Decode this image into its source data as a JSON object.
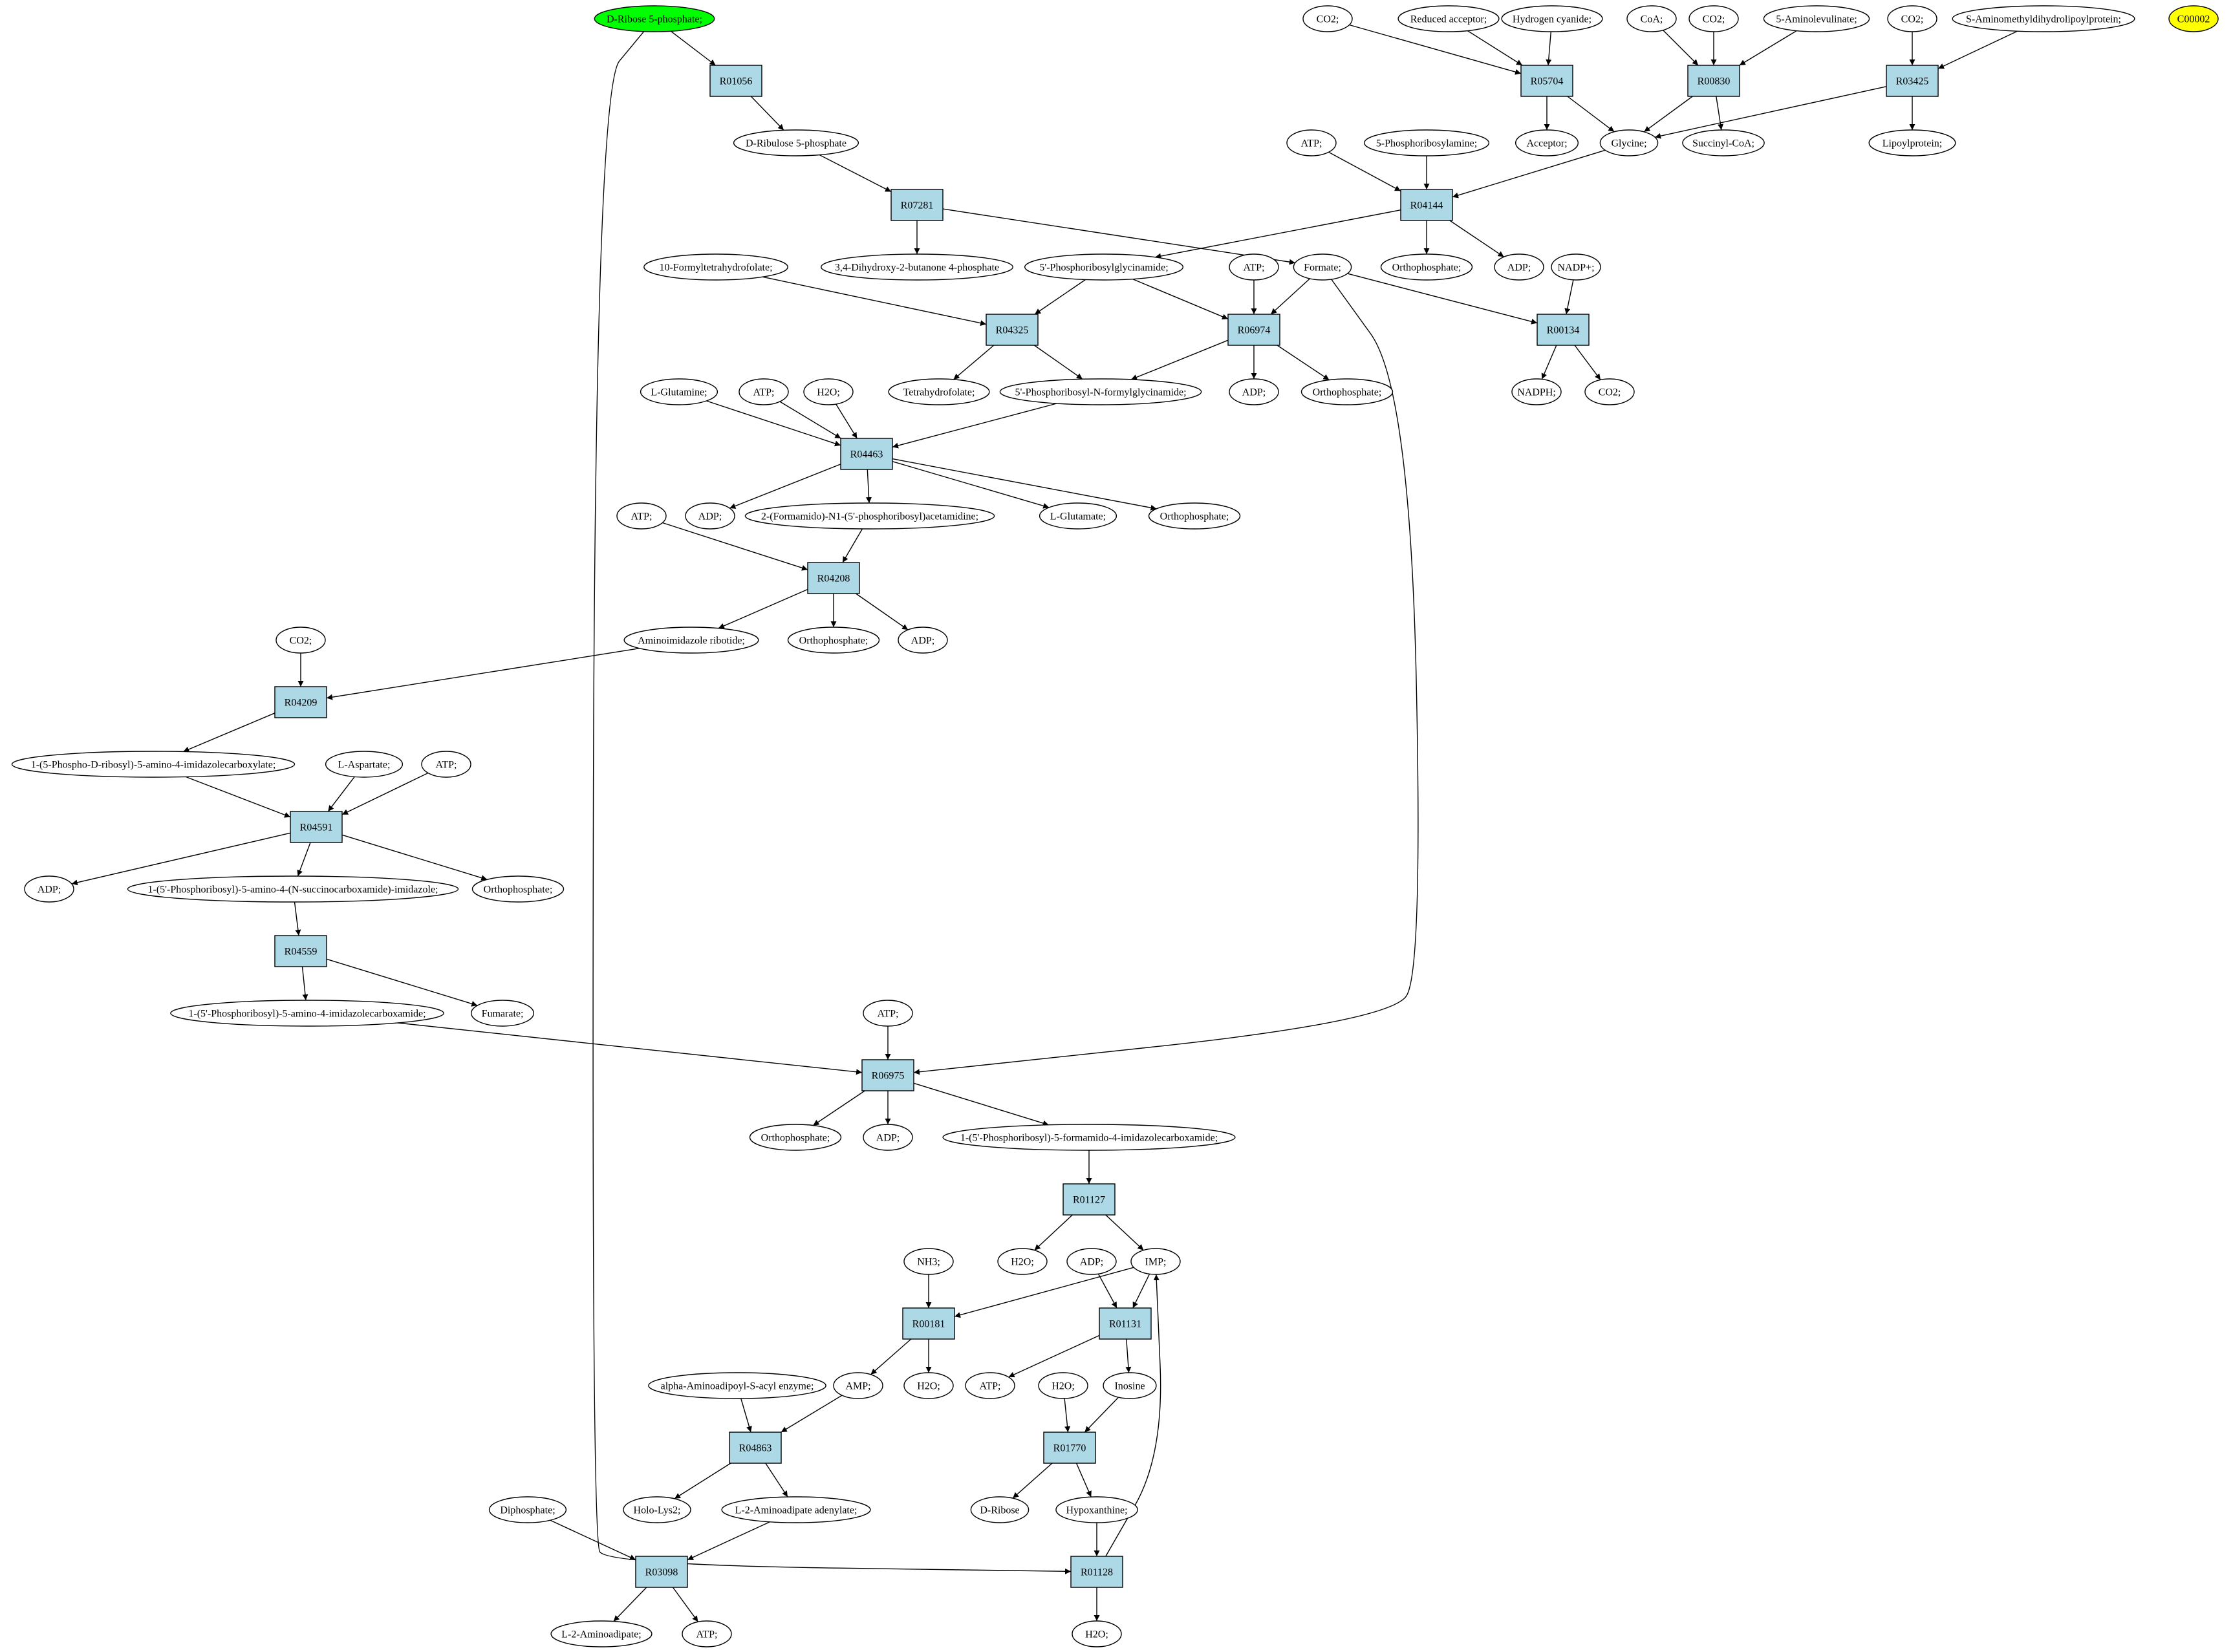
{
  "colors": {
    "start_fill": "#00ff00",
    "marker_fill": "#ffff00",
    "reaction_fill": "#add8e6",
    "compound_fill": "#ffffff",
    "stroke": "#000000"
  },
  "nodes": [
    {
      "id": "c_ribose5p",
      "label": "D-Ribose 5-phosphate;",
      "kind": "start"
    },
    {
      "id": "c_c00002",
      "label": "C00002",
      "kind": "marker"
    },
    {
      "id": "r_R01056",
      "label": "R01056",
      "kind": "reaction"
    },
    {
      "id": "c_ribulose5p",
      "label": "D-Ribulose 5-phosphate",
      "kind": "compound"
    },
    {
      "id": "r_R07281",
      "label": "R07281",
      "kind": "reaction"
    },
    {
      "id": "c_dhbp",
      "label": "3,4-Dihydroxy-2-butanone 4-phosphate",
      "kind": "compound"
    },
    {
      "id": "c_formate",
      "label": "Formate;",
      "kind": "compound"
    },
    {
      "id": "c_co2_a",
      "label": "CO2;",
      "kind": "compound"
    },
    {
      "id": "c_redacc",
      "label": "Reduced acceptor;",
      "kind": "compound"
    },
    {
      "id": "c_hcn",
      "label": "Hydrogen cyanide;",
      "kind": "compound"
    },
    {
      "id": "r_R05704",
      "label": "R05704",
      "kind": "reaction"
    },
    {
      "id": "c_acceptor",
      "label": "Acceptor;",
      "kind": "compound"
    },
    {
      "id": "c_glycine",
      "label": "Glycine;",
      "kind": "compound"
    },
    {
      "id": "c_coa",
      "label": "CoA;",
      "kind": "compound"
    },
    {
      "id": "c_co2_b",
      "label": "CO2;",
      "kind": "compound"
    },
    {
      "id": "c_ala5",
      "label": "5-Aminolevulinate;",
      "kind": "compound"
    },
    {
      "id": "r_R00830",
      "label": "R00830",
      "kind": "reaction"
    },
    {
      "id": "c_succoa",
      "label": "Succinyl-CoA;",
      "kind": "compound"
    },
    {
      "id": "c_co2_c",
      "label": "CO2;",
      "kind": "compound"
    },
    {
      "id": "c_samdlp",
      "label": "S-Aminomethyldihydrolipoylprotein;",
      "kind": "compound"
    },
    {
      "id": "r_R03425",
      "label": "R03425",
      "kind": "reaction"
    },
    {
      "id": "c_lipoyl",
      "label": "Lipoylprotein;",
      "kind": "compound"
    },
    {
      "id": "c_atp_a",
      "label": "ATP;",
      "kind": "compound"
    },
    {
      "id": "c_prpp_amine",
      "label": "5-Phosphoribosylamine;",
      "kind": "compound"
    },
    {
      "id": "r_R04144",
      "label": "R04144",
      "kind": "reaction"
    },
    {
      "id": "c_pi_a",
      "label": "Orthophosphate;",
      "kind": "compound"
    },
    {
      "id": "c_adp_a",
      "label": "ADP;",
      "kind": "compound"
    },
    {
      "id": "c_gar",
      "label": "5'-Phosphoribosylglycinamide;",
      "kind": "compound"
    },
    {
      "id": "c_10fthf",
      "label": "10-Formyltetrahydrofolate;",
      "kind": "compound"
    },
    {
      "id": "r_R04325",
      "label": "R04325",
      "kind": "reaction"
    },
    {
      "id": "c_atp_b",
      "label": "ATP;",
      "kind": "compound"
    },
    {
      "id": "r_R06974",
      "label": "R06974",
      "kind": "reaction"
    },
    {
      "id": "c_nadp",
      "label": "NADP+;",
      "kind": "compound"
    },
    {
      "id": "r_R00134",
      "label": "R00134",
      "kind": "reaction"
    },
    {
      "id": "c_thf",
      "label": "Tetrahydrofolate;",
      "kind": "compound"
    },
    {
      "id": "c_fgar",
      "label": "5'-Phosphoribosyl-N-formylglycinamide;",
      "kind": "compound"
    },
    {
      "id": "c_adp_b",
      "label": "ADP;",
      "kind": "compound"
    },
    {
      "id": "c_pi_b",
      "label": "Orthophosphate;",
      "kind": "compound"
    },
    {
      "id": "c_nadph",
      "label": "NADPH;",
      "kind": "compound"
    },
    {
      "id": "c_co2_d",
      "label": "CO2;",
      "kind": "compound"
    },
    {
      "id": "c_gln",
      "label": "L-Glutamine;",
      "kind": "compound"
    },
    {
      "id": "c_atp_c",
      "label": "ATP;",
      "kind": "compound"
    },
    {
      "id": "c_h2o_a",
      "label": "H2O;",
      "kind": "compound"
    },
    {
      "id": "r_R04463",
      "label": "R04463",
      "kind": "reaction"
    },
    {
      "id": "c_adp_c",
      "label": "ADP;",
      "kind": "compound"
    },
    {
      "id": "c_fgam",
      "label": "2-(Formamido)-N1-(5'-phosphoribosyl)acetamidine;",
      "kind": "compound"
    },
    {
      "id": "c_glu",
      "label": "L-Glutamate;",
      "kind": "compound"
    },
    {
      "id": "c_pi_c",
      "label": "Orthophosphate;",
      "kind": "compound"
    },
    {
      "id": "c_atp_d",
      "label": "ATP;",
      "kind": "compound"
    },
    {
      "id": "r_R04208",
      "label": "R04208",
      "kind": "reaction"
    },
    {
      "id": "c_air",
      "label": "Aminoimidazole ribotide;",
      "kind": "compound"
    },
    {
      "id": "c_pi_d",
      "label": "Orthophosphate;",
      "kind": "compound"
    },
    {
      "id": "c_adp_d",
      "label": "ADP;",
      "kind": "compound"
    },
    {
      "id": "c_co2_e",
      "label": "CO2;",
      "kind": "compound"
    },
    {
      "id": "r_R04209",
      "label": "R04209",
      "kind": "reaction"
    },
    {
      "id": "c_cair",
      "label": "1-(5-Phospho-D-ribosyl)-5-amino-4-imidazolecarboxylate;",
      "kind": "compound"
    },
    {
      "id": "c_asp",
      "label": "L-Aspartate;",
      "kind": "compound"
    },
    {
      "id": "c_atp_e",
      "label": "ATP;",
      "kind": "compound"
    },
    {
      "id": "r_R04591",
      "label": "R04591",
      "kind": "reaction"
    },
    {
      "id": "c_adp_e",
      "label": "ADP;",
      "kind": "compound"
    },
    {
      "id": "c_saicar",
      "label": "1-(5'-Phosphoribosyl)-5-amino-4-(N-succinocarboxamide)-imidazole;",
      "kind": "compound"
    },
    {
      "id": "c_pi_e",
      "label": "Orthophosphate;",
      "kind": "compound"
    },
    {
      "id": "r_R04559",
      "label": "R04559",
      "kind": "reaction"
    },
    {
      "id": "c_aicar",
      "label": "1-(5'-Phosphoribosyl)-5-amino-4-imidazolecarboxamide;",
      "kind": "compound"
    },
    {
      "id": "c_fumarate",
      "label": "Fumarate;",
      "kind": "compound"
    },
    {
      "id": "c_atp_f",
      "label": "ATP;",
      "kind": "compound"
    },
    {
      "id": "r_R06975",
      "label": "R06975",
      "kind": "reaction"
    },
    {
      "id": "c_pi_f",
      "label": "Orthophosphate;",
      "kind": "compound"
    },
    {
      "id": "c_adp_f",
      "label": "ADP;",
      "kind": "compound"
    },
    {
      "id": "c_faicar",
      "label": "1-(5'-Phosphoribosyl)-5-formamido-4-imidazolecarboxamide;",
      "kind": "compound"
    },
    {
      "id": "r_R01127",
      "label": "R01127",
      "kind": "reaction"
    },
    {
      "id": "c_h2o_b",
      "label": "H2O;",
      "kind": "compound"
    },
    {
      "id": "c_imp",
      "label": "IMP;",
      "kind": "compound"
    },
    {
      "id": "c_nh3",
      "label": "NH3;",
      "kind": "compound"
    },
    {
      "id": "c_adp_g",
      "label": "ADP;",
      "kind": "compound"
    },
    {
      "id": "r_R00181",
      "label": "R00181",
      "kind": "reaction"
    },
    {
      "id": "r_R01131",
      "label": "R01131",
      "kind": "reaction"
    },
    {
      "id": "c_aaase",
      "label": "alpha-Aminoadipoyl-S-acyl enzyme;",
      "kind": "compound"
    },
    {
      "id": "c_amp",
      "label": "AMP;",
      "kind": "compound"
    },
    {
      "id": "c_h2o_c",
      "label": "H2O;",
      "kind": "compound"
    },
    {
      "id": "c_atp_g",
      "label": "ATP;",
      "kind": "compound"
    },
    {
      "id": "c_h2o_d",
      "label": "H2O;",
      "kind": "compound"
    },
    {
      "id": "c_inosine",
      "label": "Inosine",
      "kind": "compound"
    },
    {
      "id": "r_R04863",
      "label": "R04863",
      "kind": "reaction"
    },
    {
      "id": "r_R01770",
      "label": "R01770",
      "kind": "reaction"
    },
    {
      "id": "c_diphos",
      "label": "Diphosphate;",
      "kind": "compound"
    },
    {
      "id": "c_hololys2",
      "label": "Holo-Lys2;",
      "kind": "compound"
    },
    {
      "id": "c_l2aaa",
      "label": "L-2-Aminoadipate adenylate;",
      "kind": "compound"
    },
    {
      "id": "c_dribose",
      "label": "D-Ribose",
      "kind": "compound"
    },
    {
      "id": "c_hypox",
      "label": "Hypoxanthine;",
      "kind": "compound"
    },
    {
      "id": "r_R03098",
      "label": "R03098",
      "kind": "reaction"
    },
    {
      "id": "r_R01128",
      "label": "R01128",
      "kind": "reaction"
    },
    {
      "id": "c_l2aa",
      "label": "L-2-Aminoadipate;",
      "kind": "compound"
    },
    {
      "id": "c_atp_h",
      "label": "ATP;",
      "kind": "compound"
    },
    {
      "id": "c_h2o_e",
      "label": "H2O;",
      "kind": "compound"
    }
  ],
  "edges": [
    [
      "c_ribose5p",
      "r_R01056"
    ],
    [
      "r_R01056",
      "c_ribulose5p"
    ],
    [
      "c_ribulose5p",
      "r_R07281"
    ],
    [
      "r_R07281",
      "c_dhbp"
    ],
    [
      "r_R07281",
      "c_formate"
    ],
    [
      "c_co2_a",
      "r_R05704"
    ],
    [
      "c_redacc",
      "r_R05704"
    ],
    [
      "c_hcn",
      "r_R05704"
    ],
    [
      "r_R05704",
      "c_acceptor"
    ],
    [
      "r_R05704",
      "c_glycine"
    ],
    [
      "c_coa",
      "r_R00830"
    ],
    [
      "c_co2_b",
      "r_R00830"
    ],
    [
      "c_ala5",
      "r_R00830"
    ],
    [
      "r_R00830",
      "c_glycine"
    ],
    [
      "r_R00830",
      "c_succoa"
    ],
    [
      "c_co2_c",
      "r_R03425"
    ],
    [
      "c_samdlp",
      "r_R03425"
    ],
    [
      "r_R03425",
      "c_glycine"
    ],
    [
      "r_R03425",
      "c_lipoyl"
    ],
    [
      "c_atp_a",
      "r_R04144"
    ],
    [
      "c_prpp_amine",
      "r_R04144"
    ],
    [
      "c_glycine",
      "r_R04144"
    ],
    [
      "r_R04144",
      "c_gar"
    ],
    [
      "r_R04144",
      "c_pi_a"
    ],
    [
      "r_R04144",
      "c_adp_a"
    ],
    [
      "c_10fthf",
      "r_R04325"
    ],
    [
      "c_gar",
      "r_R04325"
    ],
    [
      "r_R04325",
      "c_thf"
    ],
    [
      "r_R04325",
      "c_fgar"
    ],
    [
      "c_gar",
      "r_R06974"
    ],
    [
      "c_atp_b",
      "r_R06974"
    ],
    [
      "c_formate",
      "r_R06974"
    ],
    [
      "r_R06974",
      "c_fgar"
    ],
    [
      "r_R06974",
      "c_adp_b"
    ],
    [
      "r_R06974",
      "c_pi_b"
    ],
    [
      "c_formate",
      "r_R00134"
    ],
    [
      "c_nadp",
      "r_R00134"
    ],
    [
      "r_R00134",
      "c_nadph"
    ],
    [
      "r_R00134",
      "c_co2_d"
    ],
    [
      "c_gln",
      "r_R04463"
    ],
    [
      "c_atp_c",
      "r_R04463"
    ],
    [
      "c_h2o_a",
      "r_R04463"
    ],
    [
      "c_fgar",
      "r_R04463"
    ],
    [
      "r_R04463",
      "c_adp_c"
    ],
    [
      "r_R04463",
      "c_fgam"
    ],
    [
      "r_R04463",
      "c_glu"
    ],
    [
      "r_R04463",
      "c_pi_c"
    ],
    [
      "c_atp_d",
      "r_R04208"
    ],
    [
      "c_fgam",
      "r_R04208"
    ],
    [
      "r_R04208",
      "c_air"
    ],
    [
      "r_R04208",
      "c_pi_d"
    ],
    [
      "r_R04208",
      "c_adp_d"
    ],
    [
      "c_co2_e",
      "r_R04209"
    ],
    [
      "c_air",
      "r_R04209"
    ],
    [
      "r_R04209",
      "c_cair"
    ],
    [
      "c_cair",
      "r_R04591"
    ],
    [
      "c_asp",
      "r_R04591"
    ],
    [
      "c_atp_e",
      "r_R04591"
    ],
    [
      "r_R04591",
      "c_adp_e"
    ],
    [
      "r_R04591",
      "c_saicar"
    ],
    [
      "r_R04591",
      "c_pi_e"
    ],
    [
      "c_saicar",
      "r_R04559"
    ],
    [
      "r_R04559",
      "c_aicar"
    ],
    [
      "r_R04559",
      "c_fumarate"
    ],
    [
      "c_atp_f",
      "r_R06975"
    ],
    [
      "c_aicar",
      "r_R06975"
    ],
    [
      "c_formate",
      "r_R06975"
    ],
    [
      "r_R06975",
      "c_pi_f"
    ],
    [
      "r_R06975",
      "c_adp_f"
    ],
    [
      "r_R06975",
      "c_faicar"
    ],
    [
      "c_faicar",
      "r_R01127"
    ],
    [
      "r_R01127",
      "c_h2o_b"
    ],
    [
      "r_R01127",
      "c_imp"
    ],
    [
      "c_nh3",
      "r_R00181"
    ],
    [
      "c_imp",
      "r_R00181"
    ],
    [
      "r_R00181",
      "c_amp"
    ],
    [
      "r_R00181",
      "c_h2o_c"
    ],
    [
      "c_adp_g",
      "r_R01131"
    ],
    [
      "c_imp",
      "r_R01131"
    ],
    [
      "r_R01131",
      "c_atp_g"
    ],
    [
      "r_R01131",
      "c_inosine"
    ],
    [
      "c_aaase",
      "r_R04863"
    ],
    [
      "c_amp",
      "r_R04863"
    ],
    [
      "r_R04863",
      "c_hololys2"
    ],
    [
      "r_R04863",
      "c_l2aaa"
    ],
    [
      "c_h2o_d",
      "r_R01770"
    ],
    [
      "c_inosine",
      "r_R01770"
    ],
    [
      "r_R01770",
      "c_dribose"
    ],
    [
      "r_R01770",
      "c_hypox"
    ],
    [
      "c_diphos",
      "r_R03098"
    ],
    [
      "c_l2aaa",
      "r_R03098"
    ],
    [
      "r_R03098",
      "c_l2aa"
    ],
    [
      "r_R03098",
      "c_atp_h"
    ],
    [
      "c_hypox",
      "r_R01128"
    ],
    [
      "c_ribose5p",
      "r_R01128"
    ],
    [
      "r_R01128",
      "c_imp"
    ],
    [
      "r_R01128",
      "c_h2o_e"
    ]
  ]
}
